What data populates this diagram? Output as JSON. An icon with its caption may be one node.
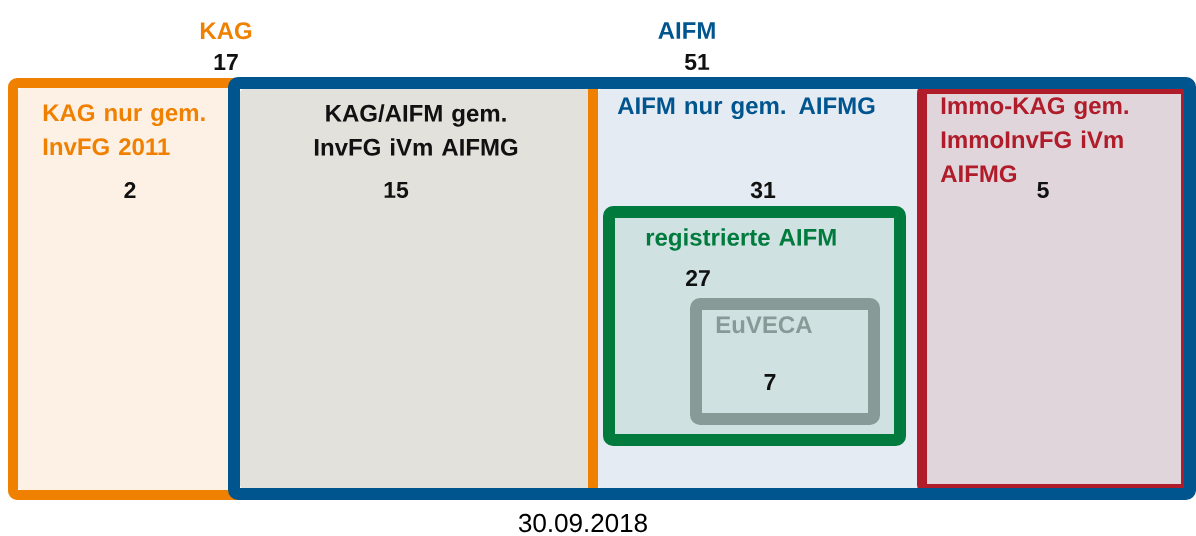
{
  "diagram": {
    "caption": "30.09.2018",
    "nodes": [
      {
        "text": [
          "KAG",
          "17"
        ]
      },
      {
        "text": [
          "AIFM",
          "51"
        ]
      },
      {
        "text": [
          "KAG nur gem. InvFG 2011",
          "2"
        ],
        "in": 0
      },
      {
        "text": [
          "KAG/AIFM gem. InvFG iVm AIFMG",
          "15"
        ]
      },
      {
        "text": [
          "AIFM nur gem. AIFMG",
          "31"
        ],
        "in": 1
      },
      {
        "text": [
          "registrierte AIFM",
          "27"
        ],
        "in": 4
      },
      {
        "text": [
          "EuVECA",
          "7"
        ],
        "in": 5
      },
      {
        "text": [
          "Immo-KAG gem. ImmoInvFG iVm AIFMG",
          "5"
        ],
        "in": 1
      }
    ]
  }
}
